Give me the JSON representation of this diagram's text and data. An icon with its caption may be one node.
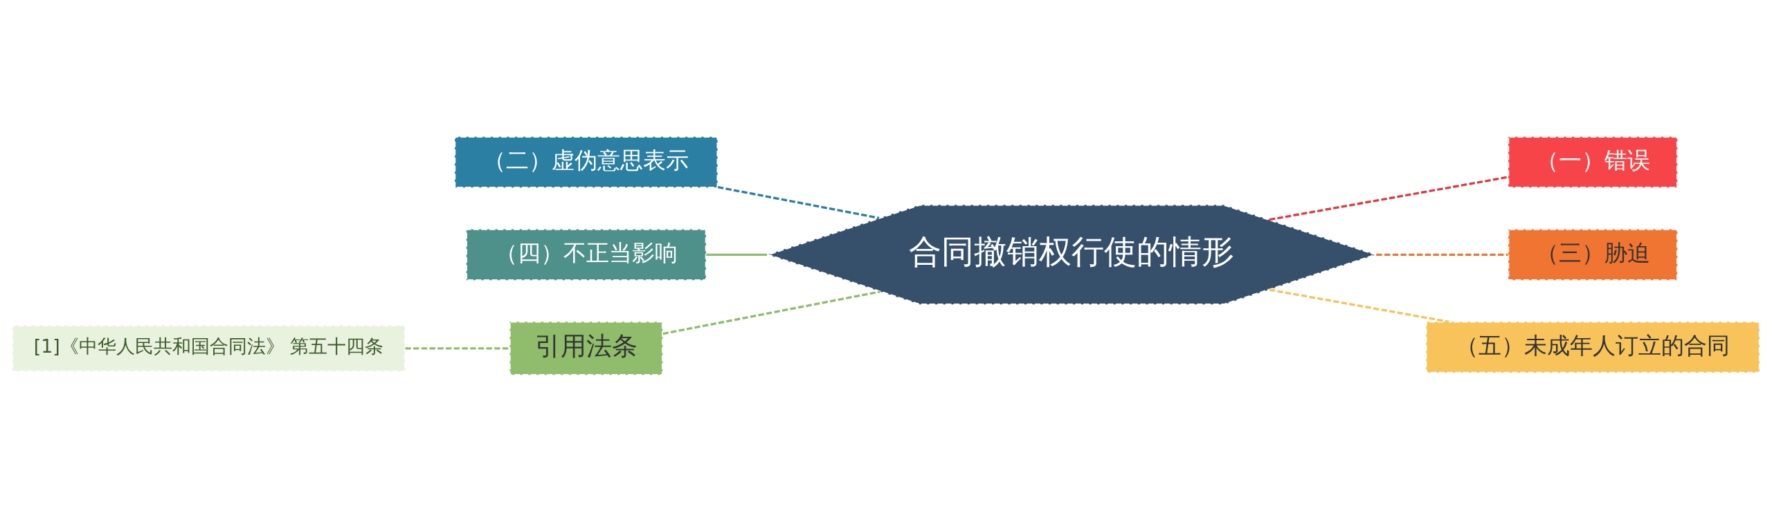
{
  "diagram": {
    "nodes": [
      {
        "text": [
          "合同撤销权行使的情形"
        ]
      },
      {
        "text": [
          "（二）虚伪意思表示"
        ]
      },
      {
        "text": [
          "（四）不正当影响"
        ]
      },
      {
        "text": [
          "引用法条"
        ]
      },
      {
        "text": [
          "[1]《中华人民共和国合同法》 第五十四条"
        ]
      },
      {
        "text": [
          "（一）错误"
        ]
      },
      {
        "text": [
          "（三）胁迫"
        ]
      },
      {
        "text": [
          "（五）未成年人订立的合同"
        ]
      }
    ],
    "edges": [
      {
        "from": 1,
        "to": 0,
        "arrow": "none",
        "style": "dashed",
        "color": "#2a7fa3"
      },
      {
        "from": 2,
        "to": 0,
        "arrow": "none",
        "color": "#8fbd6b"
      },
      {
        "from": 3,
        "to": 0,
        "arrow": "none",
        "style": "dashed",
        "color": "#8fbd6b"
      },
      {
        "from": 4,
        "to": 3,
        "arrow": "none",
        "style": "dashed",
        "color": "#8fbd6b"
      },
      {
        "from": 0,
        "to": 5,
        "arrow": "none",
        "style": "dashed",
        "color": "#e0393e"
      },
      {
        "from": 0,
        "to": 6,
        "arrow": "none",
        "style": "dashed",
        "color": "#f07432"
      },
      {
        "from": 0,
        "to": 7,
        "arrow": "none",
        "style": "dashed",
        "color": "#f7c35a"
      }
    ]
  }
}
